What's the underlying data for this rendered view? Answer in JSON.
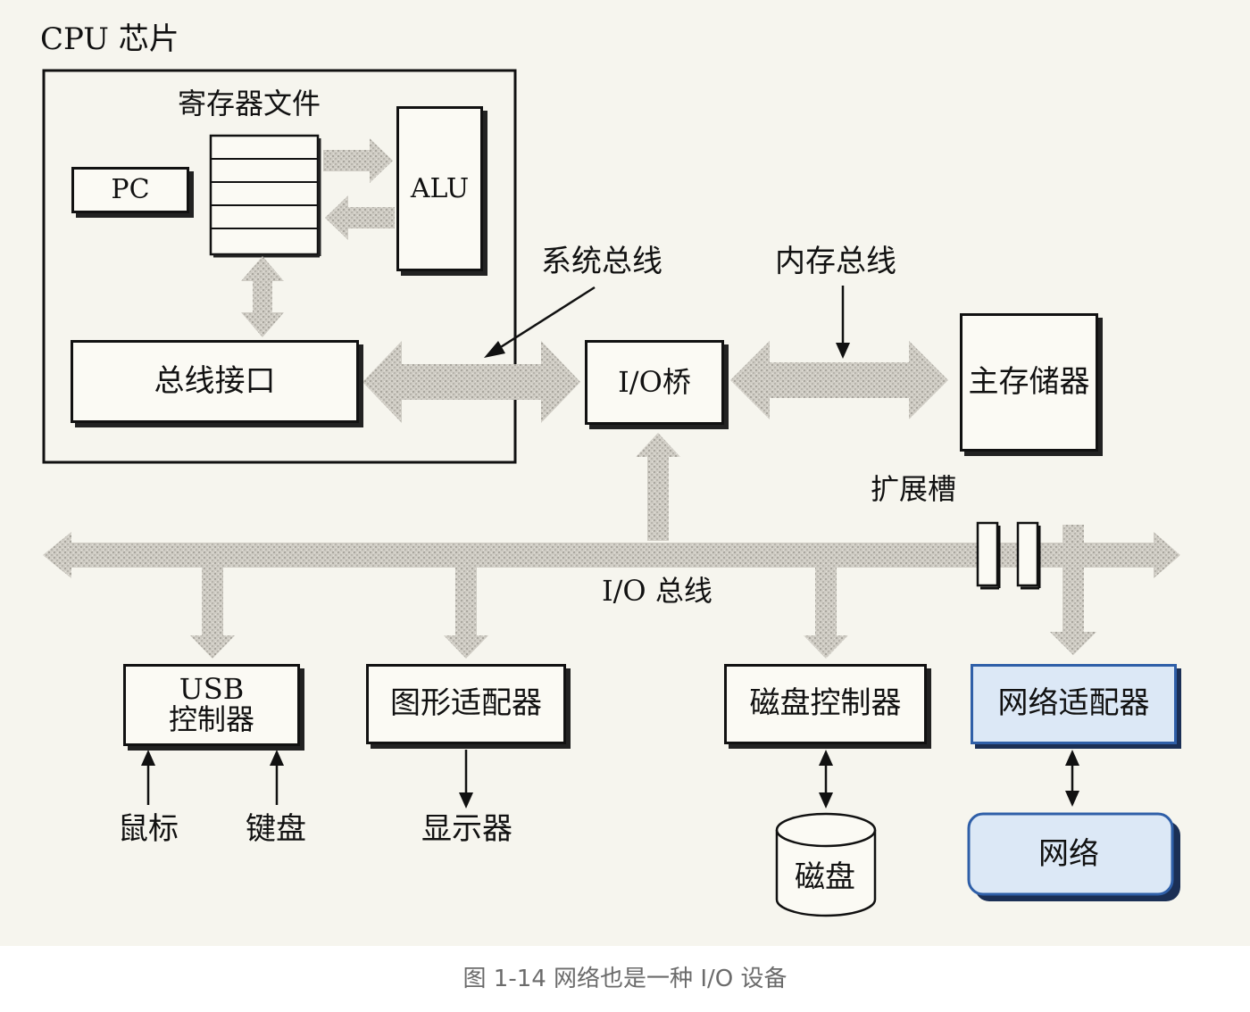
{
  "cpu": {
    "title": "CPU 芯片",
    "register_file": "寄存器文件",
    "pc": "PC",
    "alu": "ALU",
    "bus_interface": "总线接口"
  },
  "buses": {
    "system_bus": "系统总线",
    "memory_bus": "内存总线",
    "io_bus": "I/O 总线",
    "expansion_slots": "扩展槽"
  },
  "components": {
    "io_bridge": "I/O桥",
    "main_memory": "主存储器",
    "usb_controller_line1": "USB",
    "usb_controller_line2": "控制器",
    "graphics_adapter": "图形适配器",
    "disk_controller": "磁盘控制器",
    "network_adapter": "网络适配器"
  },
  "devices": {
    "mouse": "鼠标",
    "keyboard": "键盘",
    "display": "显示器",
    "disk": "磁盘",
    "network": "网络"
  },
  "caption": "图 1-14 网络也是一种 I/O 设备",
  "colors": {
    "highlight_fill": "#dce8f6",
    "highlight_border": "#2f5fa8",
    "bus_fill": "#cdcbc3"
  }
}
